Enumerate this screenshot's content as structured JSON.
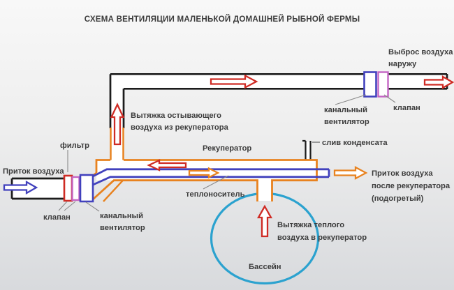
{
  "title": "СХЕМА ВЕНТИЛЯЦИИ МАЛЕНЬКОЙ ДОМАШНЕЙ РЫБНОЙ ФЕРМЫ",
  "labels": {
    "intake_left": "Приток воздуха",
    "filter": "фильтр",
    "valve_left": "клапан",
    "fan_left": [
      "канальный",
      "вентилятор"
    ],
    "exhaust_cooling": [
      "Вытяжка остывающего",
      "воздуха из рекуператора"
    ],
    "recuperator": "Рекуператор",
    "condensate_drain": "слив конденсата",
    "heat_carrier": "теплоноситель",
    "exhaust_outside": [
      "Выброс воздуха",
      "наружу"
    ],
    "fan_right": [
      "канальный",
      "вентилятор"
    ],
    "valve_right": "клапан",
    "intake_after": [
      "Приток воздуха",
      "после рекуператора",
      "(подогретый)"
    ],
    "warm_exhaust": [
      "Вытяжка теплого",
      "воздуха в рекуператор"
    ],
    "pool": "Бассейн"
  },
  "colors": {
    "orange": "#e8821f",
    "blue": "#4141bd",
    "red": "#cf2b24",
    "magenta": "#c465c4",
    "cyan": "#2ba2cf",
    "black": "#1c1c1c",
    "text": "#3b3b3b",
    "leader": "#8a8a8a"
  }
}
